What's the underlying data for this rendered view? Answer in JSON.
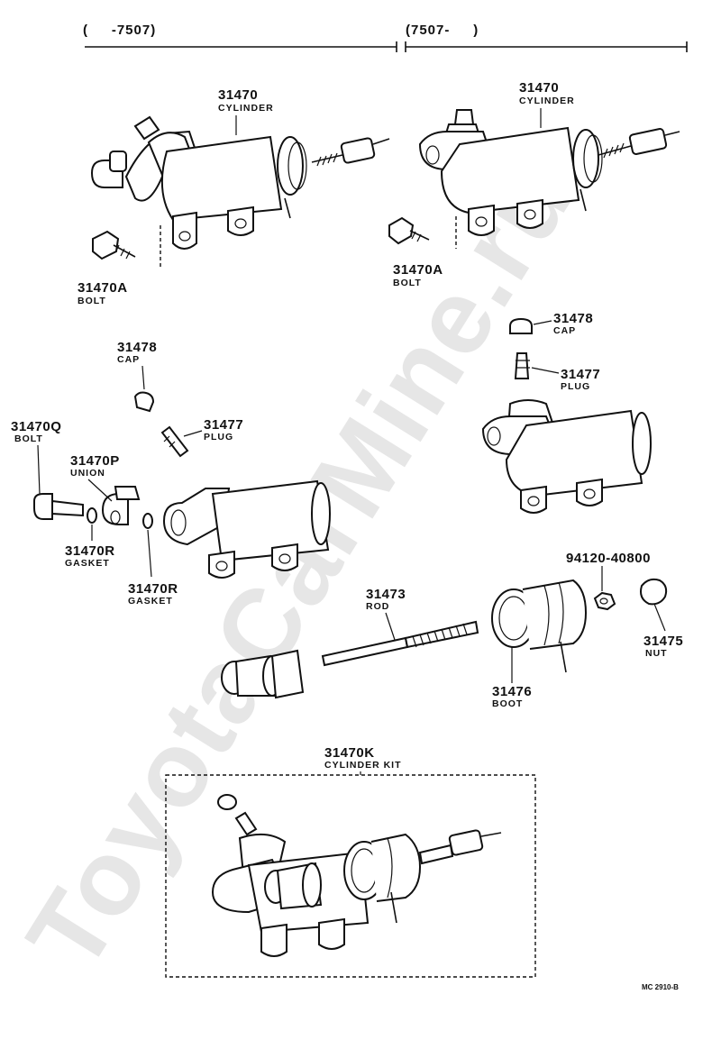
{
  "headers": {
    "left_range": "(     -7507)",
    "right_range": "(7507-     )"
  },
  "labels": {
    "cyl_left_num": "31470",
    "cyl_left_word": "CYLINDER",
    "cyl_right_num": "31470",
    "cyl_right_word": "CYLINDER",
    "bolt_left_num": "31470A",
    "bolt_left_word": "BOLT",
    "bolt_right_num": "31470A",
    "bolt_right_word": "BOLT",
    "cap_right_num": "31478",
    "cap_right_word": "CAP",
    "plug_right_num": "31477",
    "plug_right_word": "PLUG",
    "cap_left_num": "31478",
    "cap_left_word": "CAP",
    "plug_left_num": "31477",
    "plug_left_word": "PLUG",
    "bolt_q_num": "31470Q",
    "bolt_q_word": "BOLT",
    "union_num": "31470P",
    "union_word": "UNION",
    "gasket1_num": "31470R",
    "gasket1_word": "GASKET",
    "gasket2_num": "31470R",
    "gasket2_word": "GASKET",
    "rod_num": "31473",
    "rod_word": "ROD",
    "washer_num": "94120-40800",
    "nut_num": "31475",
    "nut_word": "NUT",
    "boot_num": "31476",
    "boot_word": "BOOT",
    "kit_num": "31470K",
    "kit_word": "CYLINDER KIT"
  },
  "footer": {
    "code": "MC 2910-B"
  },
  "watermark": "ToyotaCarMine.ru"
}
